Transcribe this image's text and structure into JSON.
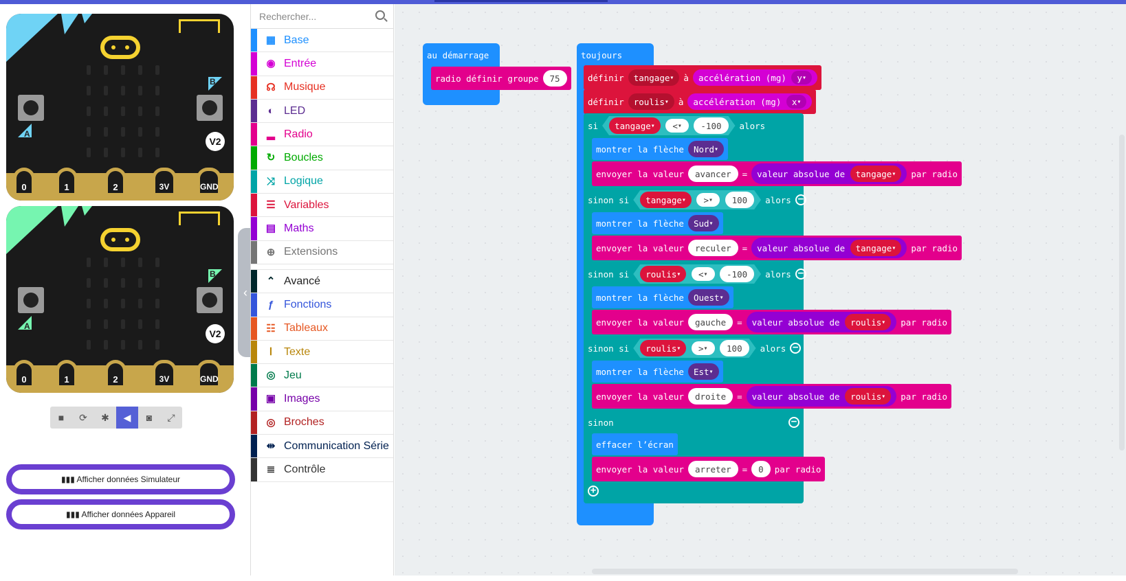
{
  "search": {
    "placeholder": "Rechercher..."
  },
  "simulator": {
    "pins": [
      "0",
      "1",
      "2",
      "3V",
      "GND"
    ],
    "badge": "V2",
    "btn_a": "A",
    "btn_b": "B",
    "controls": [
      "stop-icon",
      "restart-icon",
      "debug-icon",
      "sound-icon",
      "screenshot-icon",
      "fullscreen-icon"
    ],
    "show_sim": {
      "label": "Afficher données",
      "target": "Simulateur"
    },
    "show_dev": {
      "label": "Afficher données",
      "target": "Appareil"
    }
  },
  "toolbox": {
    "categories": [
      {
        "label": "Base",
        "color": "#1e90ff",
        "icon": "grid-icon"
      },
      {
        "label": "Entrée",
        "color": "#d400d4",
        "icon": "input-icon"
      },
      {
        "label": "Musique",
        "color": "#e63022",
        "icon": "headphones-icon"
      },
      {
        "label": "LED",
        "color": "#5c2d91",
        "icon": "toggle-icon"
      },
      {
        "label": "Radio",
        "color": "#e3008c",
        "icon": "signal-icon"
      },
      {
        "label": "Boucles",
        "color": "#00aa00",
        "icon": "loop-icon"
      },
      {
        "label": "Logique",
        "color": "#00a4a6",
        "icon": "shuffle-icon"
      },
      {
        "label": "Variables",
        "color": "#dc143c",
        "icon": "list-icon"
      },
      {
        "label": "Maths",
        "color": "#9400d3",
        "icon": "calculator-icon"
      },
      {
        "label": "Extensions",
        "color": "#757575",
        "icon": "plus-circle-icon"
      }
    ],
    "advanced": [
      {
        "label": "Avancé",
        "color": "#00272b",
        "icon": "chevron-up-icon"
      },
      {
        "label": "Fonctions",
        "color": "#3455db",
        "icon": "function-icon"
      },
      {
        "label": "Tableaux",
        "color": "#e65722",
        "icon": "array-icon"
      },
      {
        "label": "Texte",
        "color": "#b8860b",
        "icon": "text-icon"
      },
      {
        "label": "Jeu",
        "color": "#007a4b",
        "icon": "gamepad-icon"
      },
      {
        "label": "Images",
        "color": "#7600a8",
        "icon": "image-icon"
      },
      {
        "label": "Broches",
        "color": "#b22222",
        "icon": "target-icon"
      },
      {
        "label": "Communication Série",
        "color": "#002050",
        "icon": "usb-icon"
      },
      {
        "label": "Contrôle",
        "color": "#333333",
        "icon": "control-icon"
      }
    ]
  },
  "blocks": {
    "start": {
      "hat": "au démarrage",
      "stmt": "radio définir groupe",
      "value": "75"
    },
    "forever": {
      "hat": "toujours"
    },
    "set1": {
      "kw": "définir",
      "var": "tangage",
      "to": "à",
      "fn": "accélération (mg)",
      "axis": "y"
    },
    "set2": {
      "kw": "définir",
      "var": "roulis",
      "to": "à",
      "fn": "accélération (mg)",
      "axis": "x"
    },
    "if": {
      "kw": "si",
      "var": "tangage",
      "op": "<",
      "val": "-100",
      "then": "alors"
    },
    "show1": {
      "kw": "montrer la flèche",
      "dir": "Nord"
    },
    "send1": {
      "kw": "envoyer la valeur",
      "name": "avancer",
      "eq": "=",
      "fn": "valeur absolue de",
      "var": "tangage",
      "tail": "par radio"
    },
    "elif1": {
      "kw": "sinon si",
      "var": "tangage",
      "op": ">",
      "val": "100",
      "then": "alors"
    },
    "show2": {
      "kw": "montrer la flèche",
      "dir": "Sud"
    },
    "send2": {
      "kw": "envoyer la valeur",
      "name": "reculer",
      "eq": "=",
      "fn": "valeur absolue de",
      "var": "tangage",
      "tail": "par radio"
    },
    "elif2": {
      "kw": "sinon si",
      "var": "roulis",
      "op": "<",
      "val": "-100",
      "then": "alors"
    },
    "show3": {
      "kw": "montrer la flèche",
      "dir": "Ouest"
    },
    "send3": {
      "kw": "envoyer la valeur",
      "name": "gauche",
      "eq": "=",
      "fn": "valeur absolue de",
      "var": "roulis",
      "tail": "par radio"
    },
    "elif3": {
      "kw": "sinon si",
      "var": "roulis",
      "op": ">",
      "val": "100",
      "then": "alors"
    },
    "show4": {
      "kw": "montrer la flèche",
      "dir": "Est"
    },
    "send4": {
      "kw": "envoyer la valeur",
      "name": "droite",
      "eq": "=",
      "fn": "valeur absolue de",
      "var": "roulis",
      "tail": "par radio"
    },
    "else": {
      "kw": "sinon"
    },
    "clear": {
      "kw": "effacer l’écran"
    },
    "send5": {
      "kw": "envoyer la valeur",
      "name": "arreter",
      "eq": "=",
      "val": "0",
      "tail": "par radio"
    }
  },
  "colors": {
    "radio": "#e3008c",
    "variables": "#dc143c",
    "logic": "#00a4a6",
    "base": "#1e90ff",
    "led": "#5c2d91",
    "input": "#d400d4",
    "math": "#9400d3"
  }
}
